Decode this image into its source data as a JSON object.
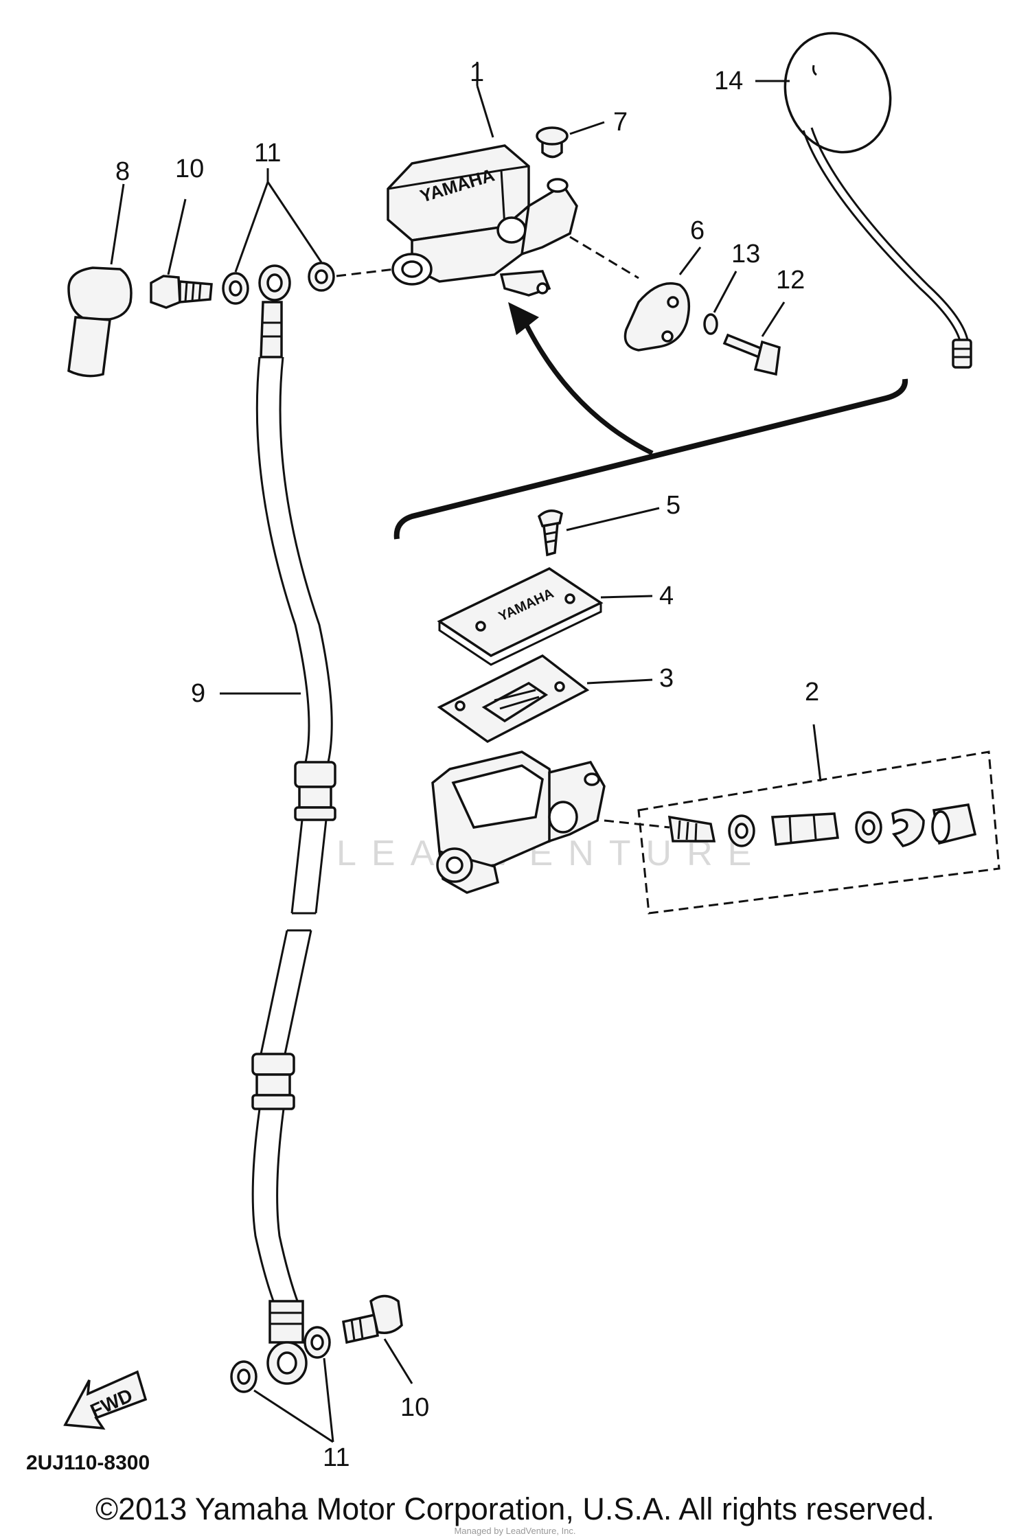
{
  "diagram": {
    "callouts": {
      "c1": "1",
      "c2": "2",
      "c3": "3",
      "c4": "4",
      "c5": "5",
      "c6": "6",
      "c7": "7",
      "c8": "8",
      "c9": "9",
      "c10_top": "10",
      "c10_bottom": "10",
      "c11_top": "11",
      "c11_bottom": "11",
      "c12": "12",
      "c13": "13",
      "c14": "14"
    },
    "part_code": "2UJ110-8300",
    "fwd_label": "FWD",
    "brand_mark": "YAMAHA",
    "watermark": "LEADVENTURE"
  },
  "footer": {
    "copyright": "©2013 Yamaha Motor Corporation, U.S.A. All rights reserved.",
    "credit": "Managed by LeadVenture, Inc."
  }
}
